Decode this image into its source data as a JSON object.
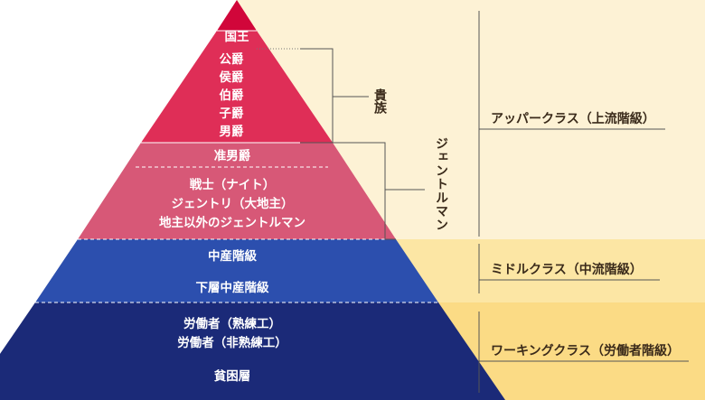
{
  "pyramid": {
    "king": "国王",
    "peerage": [
      "公爵",
      "侯爵",
      "伯爵",
      "子爵",
      "男爵"
    ],
    "baronet": "准男爵",
    "gentry": [
      "戦士（ナイト）",
      "ジェントリ（大地主）",
      "地主以外のジェントルマン"
    ],
    "middle": [
      "中産階級",
      "下層中産階級"
    ],
    "working": [
      "労働者（熟練工）",
      "労働者（非熟練工）",
      "貧困層"
    ]
  },
  "brackets": {
    "nobility": "貴族",
    "gentleman": "ジェントルマン"
  },
  "classes": {
    "upper": "アッパークラス（上流階級）",
    "middle": "ミドルクラス（中流階級）",
    "working": "ワーキングクラス（労働者階級）"
  },
  "colors": {
    "king": "#d1063a",
    "nobility": "#df2e57",
    "gentry": "#d75877",
    "middle": "#2c4fae",
    "working": "#1b2a78",
    "band_upper": "#fdf2d5",
    "band_middle": "#fce6a4",
    "band_working": "#fbdb85"
  }
}
